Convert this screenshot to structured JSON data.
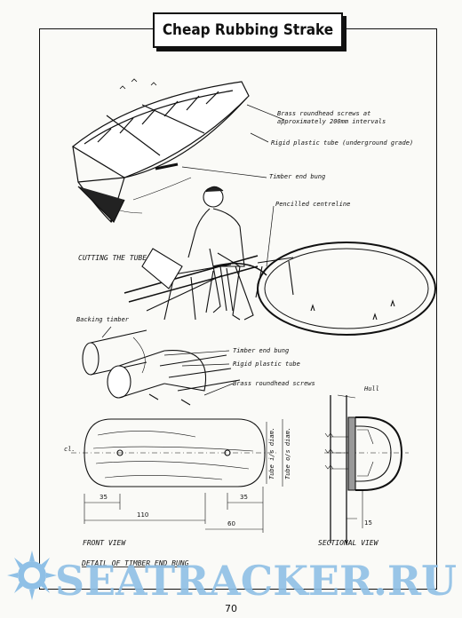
{
  "title": "Cheap Rubbing Strake",
  "labels": {
    "screws_top_1": "Brass roundhead screws at",
    "screws_top_2": "approximately 200mm intervals",
    "tube": "Rigid plastic tube (underground grade)",
    "bung": "Timber end bung",
    "centreline": "Pencilled centreline",
    "cutting": "CUTTING THE TUBE",
    "backing": "Backing timber",
    "bung2": "Timber end bung",
    "tube2": "Rigid plastic tube",
    "screws2": "Brass roundhead screws",
    "hull": "Hull",
    "cl": "cl.",
    "tube_is": "Tube i/s diam.",
    "tube_os": "Tube o/s diam.",
    "front_view": "FRONT VIEW",
    "sectional_view": "SECTIONAL VIEW",
    "detail": "DETAIL OF TIMBER END BUNG"
  },
  "dimensions": {
    "d35a": "35",
    "d110": "110",
    "d35b": "35",
    "d60": "60",
    "d15": "15"
  },
  "watermark": "SEATRACKER.RU",
  "page_number": "70"
}
